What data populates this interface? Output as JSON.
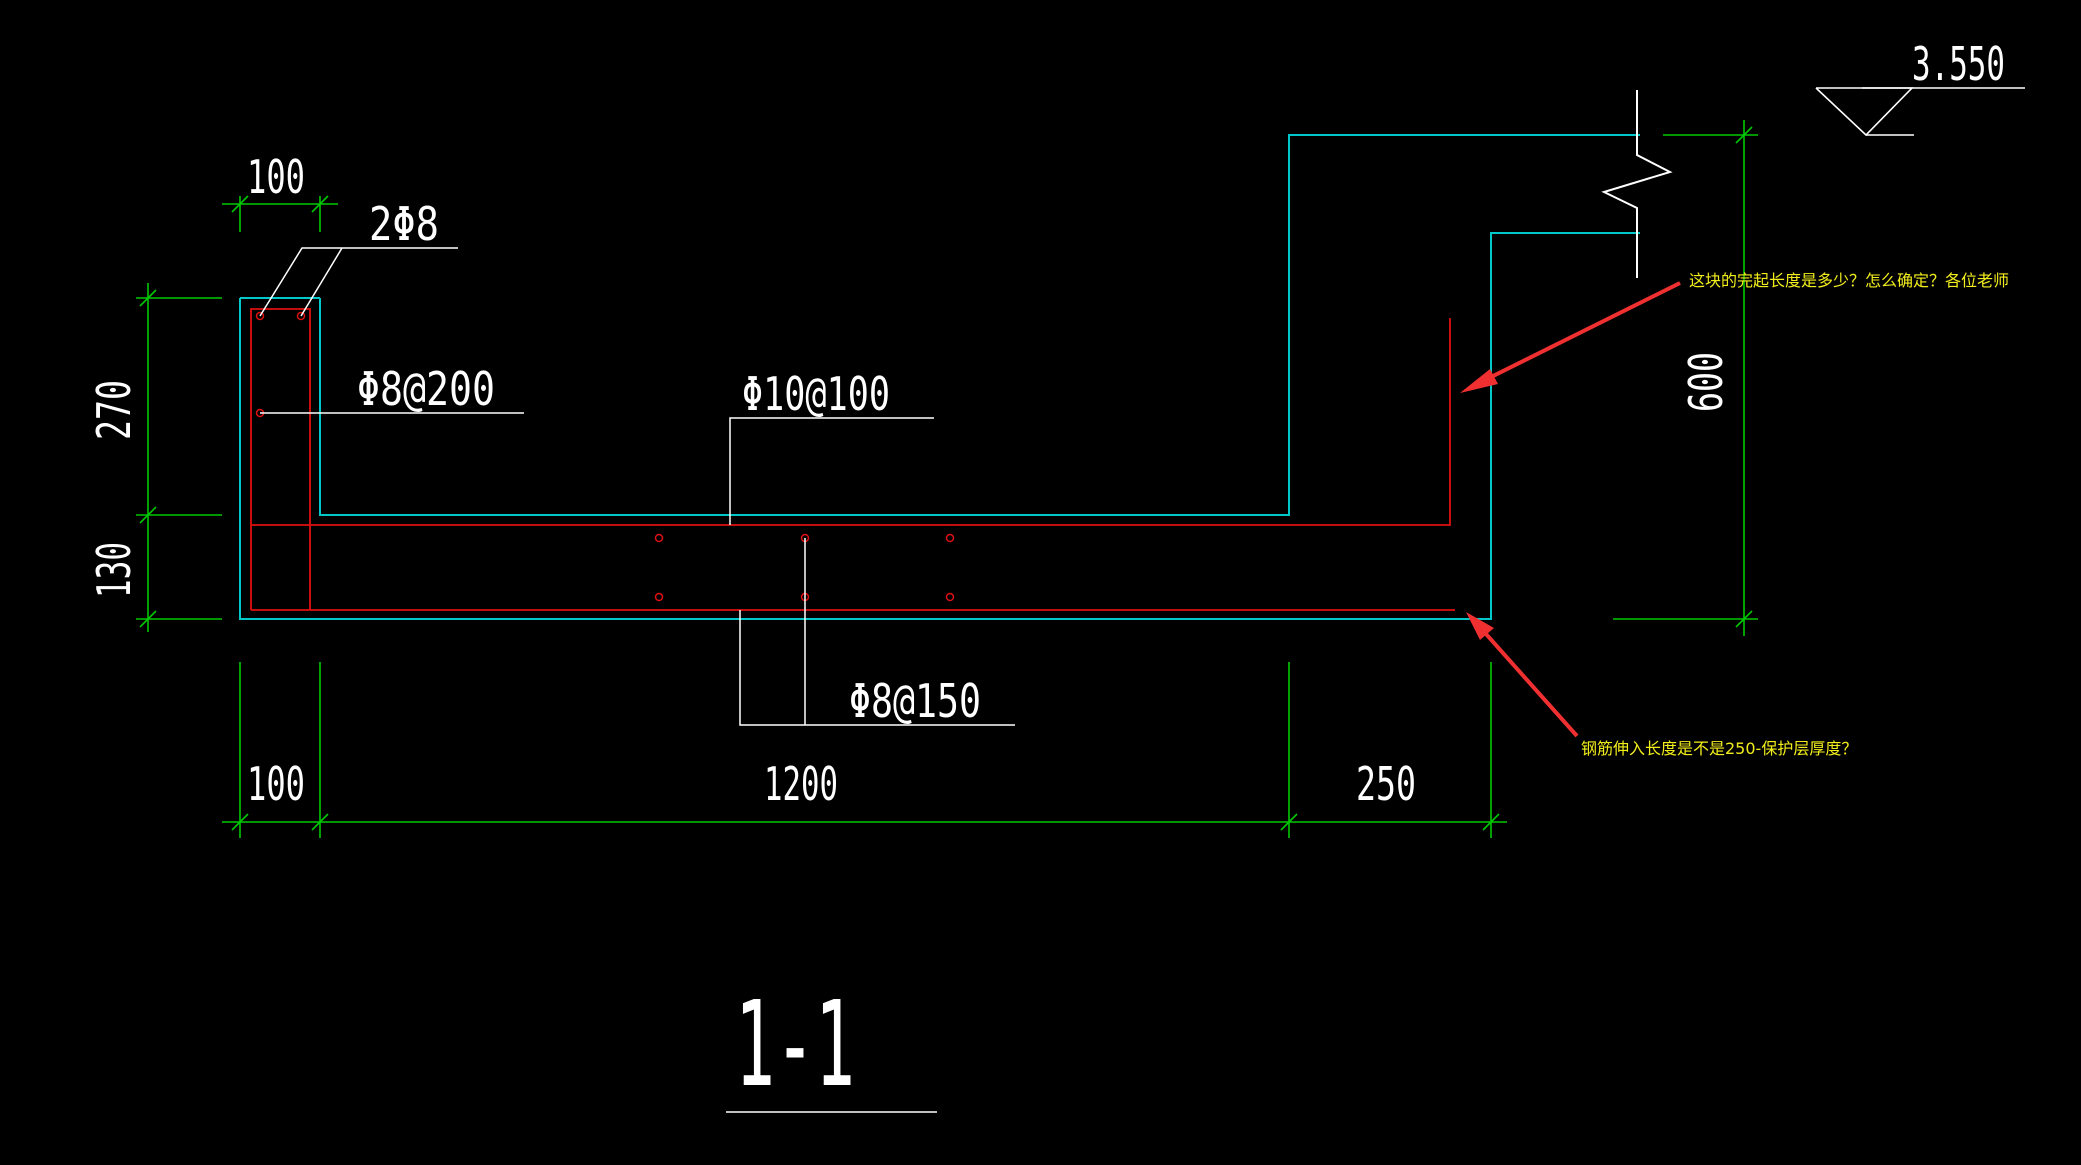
{
  "drawing": {
    "section_title": "1-1",
    "elevation": "3.550"
  },
  "dimensions": {
    "top_width": "100",
    "height_upper": "270",
    "height_lower": "130",
    "right_height": "600",
    "bottom_left": "100",
    "bottom_middle": "1200",
    "bottom_right": "250"
  },
  "rebar_labels": {
    "corner_bars": "2Φ8",
    "stirrup": "Φ8@200",
    "top_bars": "Φ10@100",
    "bottom_bars": "Φ8@150"
  },
  "annotations": {
    "question_top": "这块的完起长度是多少？怎么确定？各位老师",
    "question_bottom": "钢筋伸入长度是不是250-保护层厚度？"
  },
  "colors": {
    "background": "#000000",
    "outline": "#00c8c8",
    "rebar": "#e01010",
    "dimension": "#00c800",
    "text": "#ffffff",
    "note": "#f2ee1c",
    "arrow": "#f03030"
  }
}
